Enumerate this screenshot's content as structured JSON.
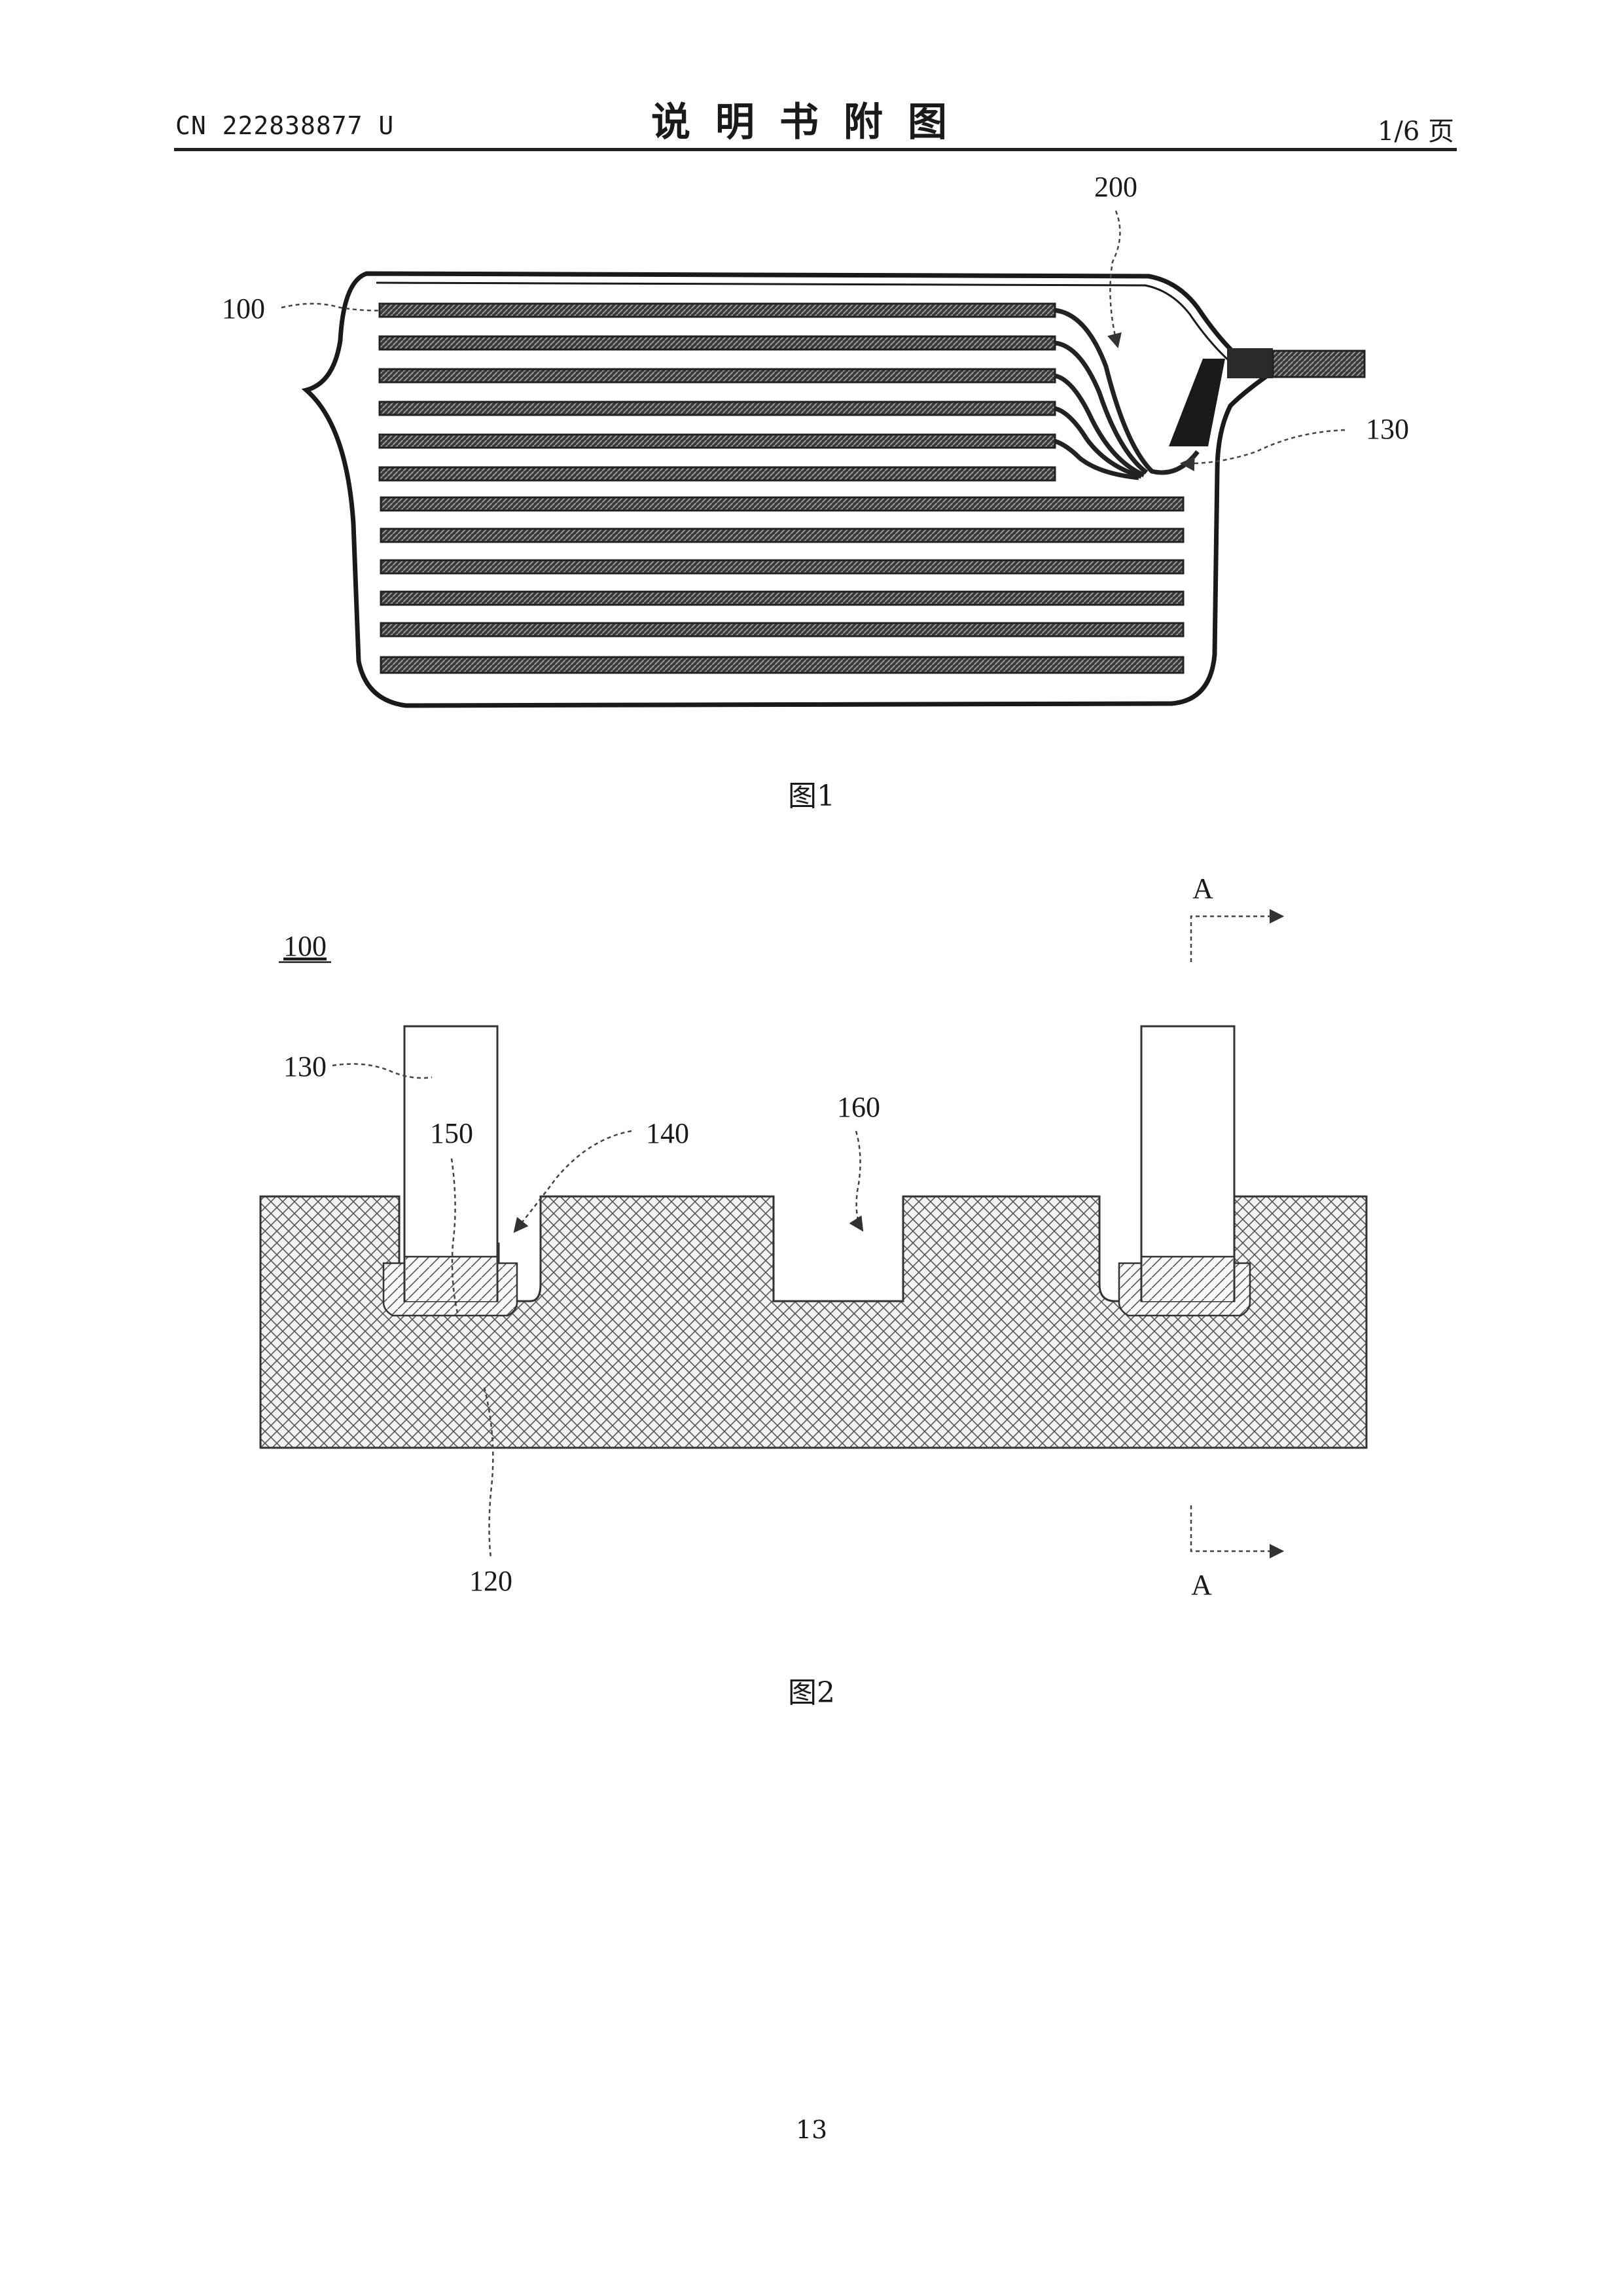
{
  "header": {
    "doc_number": "CN 222838877 U",
    "title": "说明书附图",
    "page_fraction": "1/6 页"
  },
  "figure1": {
    "caption": "图1",
    "labels": {
      "pouch": "200",
      "electrode_assembly": "100",
      "tab": "130"
    }
  },
  "figure2": {
    "caption": "图2",
    "labels": {
      "assembly": "100",
      "tab": "130",
      "weld_zone": "150",
      "groove": "140",
      "recess": "160",
      "current_collector": "120",
      "section_top": "A",
      "section_bottom": "A"
    }
  },
  "footer": {
    "page_number": "13"
  }
}
